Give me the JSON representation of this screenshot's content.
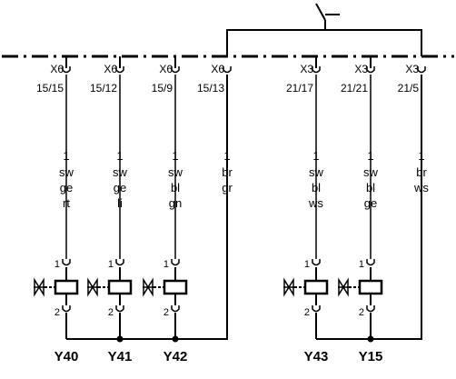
{
  "diagram": {
    "colors": {
      "line": "#000000",
      "background": "#ffffff"
    },
    "symbols": {
      "valve": "valve-actuator-icon",
      "switch": "switch-icon"
    },
    "columns": [
      {
        "connector": "X6",
        "pin": "15/15",
        "wire_no": "1",
        "colors": [
          "sw",
          "ge",
          "rt"
        ],
        "component": "Y40",
        "pin_top": "1",
        "pin_bottom": "2"
      },
      {
        "connector": "X6",
        "pin": "15/12",
        "wire_no": "1",
        "colors": [
          "sw",
          "ge",
          "li"
        ],
        "component": "Y41",
        "pin_top": "1",
        "pin_bottom": "2"
      },
      {
        "connector": "X6",
        "pin": "15/9",
        "wire_no": "1",
        "colors": [
          "sw",
          "bl",
          "gn"
        ],
        "component": "Y42",
        "pin_top": "1",
        "pin_bottom": "2"
      },
      {
        "connector": "X6",
        "pin": "15/13",
        "wire_no": "1",
        "colors": [
          "br",
          "gr"
        ],
        "component": "",
        "pin_top": "",
        "pin_bottom": ""
      },
      {
        "connector": "X3",
        "pin": "21/17",
        "wire_no": "1",
        "colors": [
          "sw",
          "bl",
          "ws"
        ],
        "component": "Y43",
        "pin_top": "1",
        "pin_bottom": "2"
      },
      {
        "connector": "X3",
        "pin": "21/21",
        "wire_no": "1",
        "colors": [
          "sw",
          "bl",
          "ge"
        ],
        "component": "Y15",
        "pin_top": "1",
        "pin_bottom": "2"
      },
      {
        "connector": "X3",
        "pin": "21/5",
        "wire_no": "1",
        "colors": [
          "br",
          "ws"
        ],
        "component": "",
        "pin_top": "",
        "pin_bottom": ""
      }
    ]
  }
}
